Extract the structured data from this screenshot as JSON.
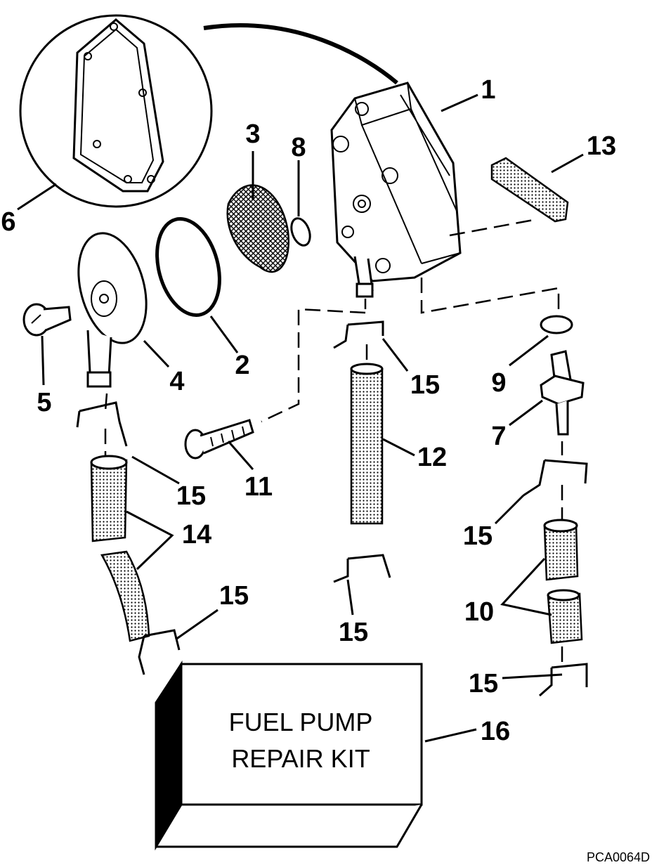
{
  "diagram": {
    "callouts": {
      "fuel_pump": "1",
      "o_ring": "2",
      "screen": "3",
      "diaphragm_cover": "4",
      "thumb_screw": "5",
      "gasket_detail": "6",
      "fitting": "7",
      "small_ring": "8",
      "washer": "9",
      "hose_10": "10",
      "screw_11": "11",
      "hose_12": "12",
      "gasket_13": "13",
      "hose_14": "14",
      "clamp_a": "15",
      "clamp_b": "15",
      "clamp_c": "15",
      "clamp_d": "15",
      "clamp_e": "15",
      "clamp_f": "15",
      "kit": "16"
    },
    "kit_line1": "FUEL PUMP",
    "kit_line2": "REPAIR KIT",
    "figure_code": "PCA0064D"
  }
}
